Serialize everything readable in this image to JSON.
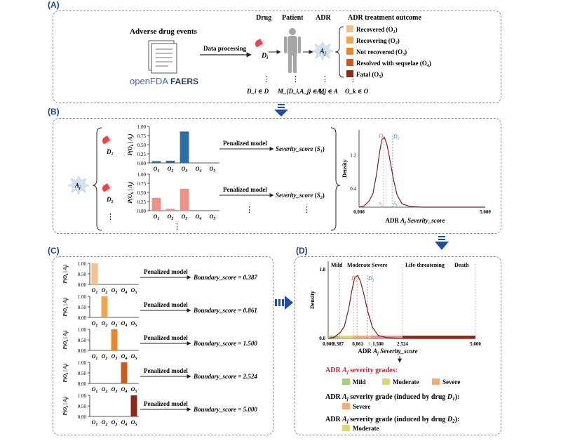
{
  "panels": {
    "a": "(A)",
    "b": "(B)",
    "c": "(C)",
    "d": "(D)"
  },
  "panel_a": {
    "events_title": "Adverse drug events",
    "source_logo": "openFDA",
    "source_name": "FAERS",
    "arrow_label": "Data processing",
    "col_drug": "Drug",
    "col_patient": "Patient",
    "col_adr": "ADR",
    "col_outcome": "ADR treatment outcome",
    "drug_node": "D",
    "drug_sub": "i",
    "adr_node": "A",
    "adr_sub": "j",
    "drug_set": "D_i ∈ D",
    "patient_set": "M_{D_i,A_j} ∈ M",
    "adr_set": "A_j ∈ A",
    "outcome_set": "O_k ∈ O",
    "ellipsis": "⋮",
    "outcomes": [
      {
        "label": "Recovered (O",
        "sub": "1",
        "color": "#f6c18c"
      },
      {
        "label": "Recovering (O",
        "sub": "2",
        "color": "#f0a64f"
      },
      {
        "label": "Not recovered (O",
        "sub": "3",
        "color": "#e8862a"
      },
      {
        "label": "Resolved with sequelae (O",
        "sub": "4",
        "color": "#c95a20"
      },
      {
        "label": "Fatal (O",
        "sub": "5",
        "color": "#8b2a16"
      }
    ]
  },
  "panel_b": {
    "ylabel": "P(O_k | A_j)",
    "yticks": [
      "1.00",
      "0.75",
      "0.50",
      "0.25",
      "0.00"
    ],
    "xticks": [
      "O1",
      "O2",
      "O3",
      "O4",
      "O5"
    ],
    "drug1": "D1",
    "drug2": "D2",
    "adr": "Aj",
    "model_label": "Penalized model",
    "score1": "Severity_score (S1)",
    "score2": "Severity_score (S2)",
    "ellipsis": "⋮",
    "density_ylabel": "Density",
    "density_xlabel": "ADR Aj Severity_score",
    "density_xticks": [
      "0.000",
      "5.000"
    ],
    "density_yticks": [
      "1.2",
      "0.4"
    ],
    "marker_d1": "D1",
    "marker_d2": "D2",
    "marker_s1": "S1",
    "marker_s2": "S2"
  },
  "panel_c": {
    "ylabel": "P(O_k | A_j)",
    "yticks": [
      "1.00",
      "0.50",
      "0.00"
    ],
    "xticks": [
      "O1",
      "O2",
      "O3",
      "O4",
      "O5"
    ],
    "model_label": "Penalized model",
    "rows": [
      {
        "score": "Boundary_score = 0.387",
        "active": 0,
        "color": "#f6c18c"
      },
      {
        "score": "Boundary_score = 0.861",
        "active": 1,
        "color": "#f0a64f"
      },
      {
        "score": "Boundary_score = 1.500",
        "active": 2,
        "color": "#e8862a"
      },
      {
        "score": "Boundary_score = 2.524",
        "active": 3,
        "color": "#c95a20"
      },
      {
        "score": "Boundary_score = 5.000",
        "active": 4,
        "color": "#8b2a16"
      }
    ]
  },
  "panel_d": {
    "grades": [
      "Mild",
      "Moderate",
      "Severe",
      "Life-threatening",
      "Death"
    ],
    "density_ylabel": "Density",
    "density_yticks": [
      "1.8",
      "0.0"
    ],
    "xlabel": "ADR Aj Severity_score",
    "xticks": [
      "0.000",
      "0.387",
      "0.861",
      "1.500",
      "2.524",
      "5.000"
    ],
    "marker_d1": "D1",
    "marker_d2": "D2",
    "marker_s1": "S1",
    "marker_s2": "S2",
    "legend_title": "ADR Aj severity grades:",
    "legend_items": [
      {
        "label": "Mild",
        "color": "#a9cf73"
      },
      {
        "label": "Moderate",
        "color": "#dcd86a"
      },
      {
        "label": "Severe",
        "color": "#f0ad7a"
      }
    ],
    "d1_title": "ADR Aj severity grade (induced by drug D1):",
    "d1_grade": {
      "label": "Severe",
      "color": "#f0ad7a"
    },
    "d2_title": "ADR Aj severity grade (induced by drug D2):",
    "d2_grade": {
      "label": "Moderate",
      "color": "#dcd86a"
    }
  },
  "chart_data": [
    {
      "type": "bar",
      "categories": [
        "O1",
        "O2",
        "O3",
        "O4",
        "O5"
      ],
      "values": [
        0.05,
        0.06,
        0.86,
        0.0,
        0.0
      ],
      "ylim": [
        0,
        1
      ],
      "ylabel": "P(Ok|Aj)",
      "series": [
        {
          "name": "D1",
          "values": [
            0.05,
            0.06,
            0.86,
            0.0,
            0.0
          ]
        }
      ],
      "color": "#2b6ea8"
    },
    {
      "type": "bar",
      "categories": [
        "O1",
        "O2",
        "O3",
        "O4",
        "O5"
      ],
      "values": [
        0.35,
        0.05,
        0.6,
        0.0,
        0.0
      ],
      "ylim": [
        0,
        1
      ],
      "ylabel": "P(Ok|Aj)",
      "series": [
        {
          "name": "D2",
          "values": [
            0.35,
            0.05,
            0.6,
            0.0,
            0.0
          ]
        }
      ],
      "color": "#ec9286"
    },
    {
      "type": "line",
      "xlabel": "ADR Aj Severity_score",
      "ylabel": "Density",
      "xlim": [
        0,
        5
      ],
      "x": [
        0.0,
        0.2,
        0.4,
        0.55,
        0.7,
        0.8,
        0.9,
        1.0,
        1.1,
        1.2,
        1.35,
        1.5,
        1.7,
        2.0,
        2.5,
        3.0,
        5.0
      ],
      "y": [
        0.0,
        0.03,
        0.15,
        0.32,
        0.8,
        1.25,
        1.6,
        1.66,
        1.5,
        1.2,
        0.7,
        0.3,
        0.08,
        0.02,
        0.0,
        0.0,
        0.0
      ]
    }
  ]
}
